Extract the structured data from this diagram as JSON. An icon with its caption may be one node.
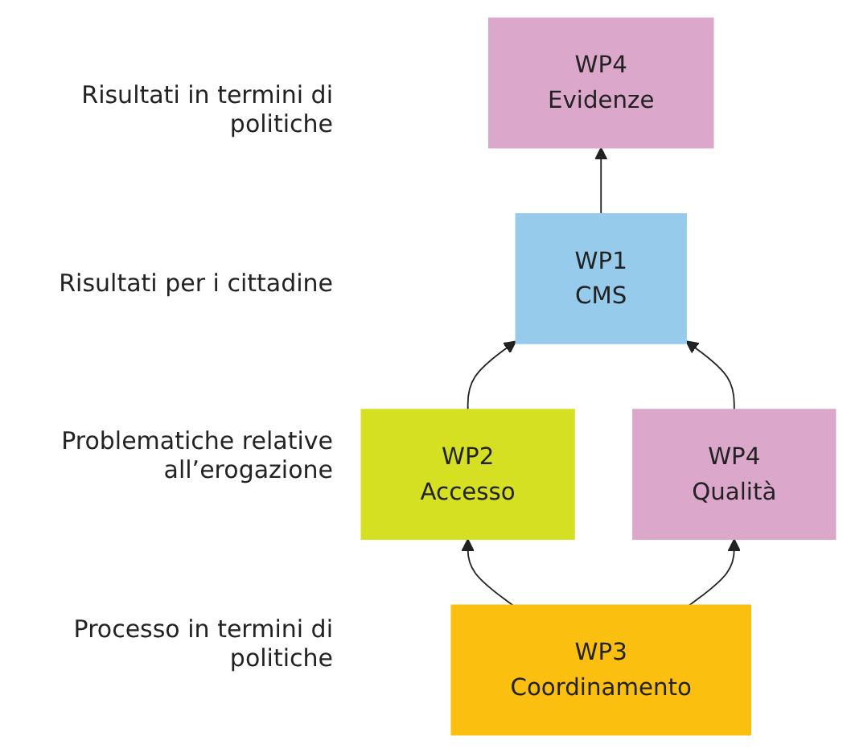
{
  "diagram": {
    "nodes": [
      {
        "text": [
          "WP4",
          "Evidenze"
        ]
      },
      {
        "text": [
          "WP1",
          "CMS"
        ]
      },
      {
        "text": [
          "WP2",
          "Accesso"
        ]
      },
      {
        "text": [
          "WP4",
          "Qualità"
        ]
      },
      {
        "text": [
          "WP3",
          "Coordinamento"
        ]
      }
    ],
    "edges": [
      {
        "from": 1,
        "to": 0,
        "arrow": "to"
      },
      {
        "from": 2,
        "to": 1,
        "arrow": "to"
      },
      {
        "from": 3,
        "to": 1,
        "arrow": "to"
      },
      {
        "from": 4,
        "to": 2,
        "arrow": "to"
      },
      {
        "from": 4,
        "to": 3,
        "arrow": "to"
      }
    ],
    "labels": [
      "Risultati in termini di politiche",
      "Risultati per i cittadine",
      "Problematiche relative all’erogazione",
      "Processo in termini di politiche"
    ]
  }
}
